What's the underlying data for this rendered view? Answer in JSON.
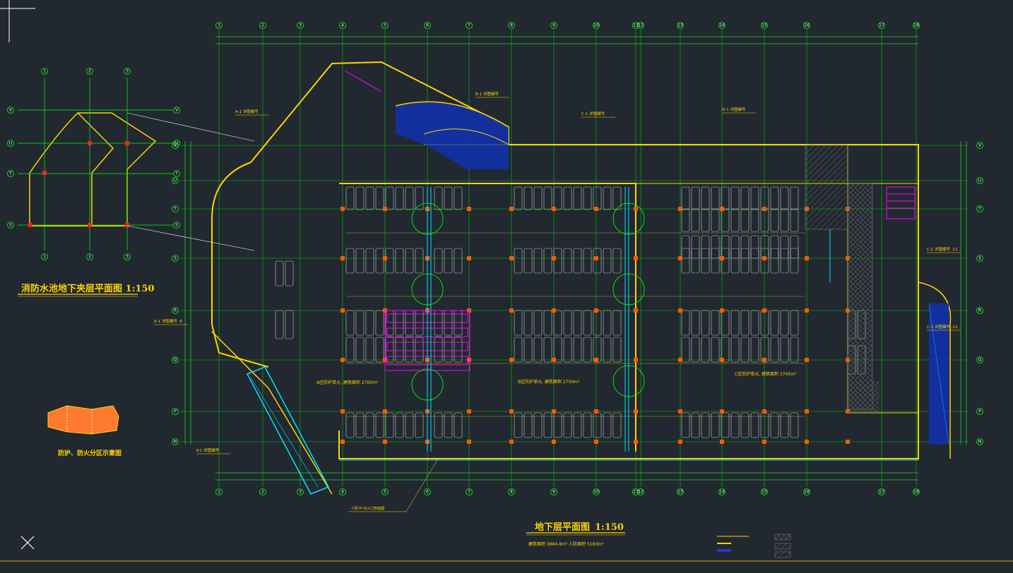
{
  "drawing": {
    "main_title": "地下层平面图",
    "main_scale": "1:150",
    "area_line": "建筑面积 3884.8m²   人防面积 5183m²",
    "inset_title": "消防水池地下夹层平面图 1:150",
    "inset_caption": "防护、防火分区示意图",
    "grid_cols": [
      "1",
      "2",
      "3",
      "4",
      "5",
      "6",
      "7",
      "8",
      "9",
      "10",
      "11",
      "12",
      "13",
      "14",
      "15",
      "16",
      "17",
      "18"
    ],
    "grid_rows": [
      "V",
      "U",
      "T",
      "S",
      "R",
      "Q",
      "P",
      "N"
    ],
    "inset_rows": [
      "V",
      "U",
      "T",
      "S"
    ],
    "inset_cols": [
      "1",
      "2",
      "3"
    ],
    "notes": {
      "zone_a": "A区防护单元, 建筑面积 2700m²",
      "zone_b": "B区防护单元, 建筑面积 2750m²",
      "zone_c": "C区防护单元, 建筑面积 3745m²",
      "note_bottom": "人防-H 出入口剖面图"
    },
    "callouts": [
      "A-1 详图编号",
      "B-1 详图编号",
      "C-1 详图编号",
      "D-1 详图编号",
      "A-1 详图编号 -6",
      "C-1 详图编号 -11",
      "C-2 详图编号 -12",
      "K-1 详图编号"
    ]
  },
  "colors": {
    "background": "#212830",
    "wall": "#ffd400",
    "grid": "#00ff00",
    "dim": "#19d919",
    "text_orange": "#ff8a00",
    "column": "#ff5a00",
    "car": "#c9c9c9",
    "magenta": "#ff00ff",
    "blue": "#1e3cff",
    "cyan": "#00e5ff",
    "hatch": "#6a6a6a"
  }
}
